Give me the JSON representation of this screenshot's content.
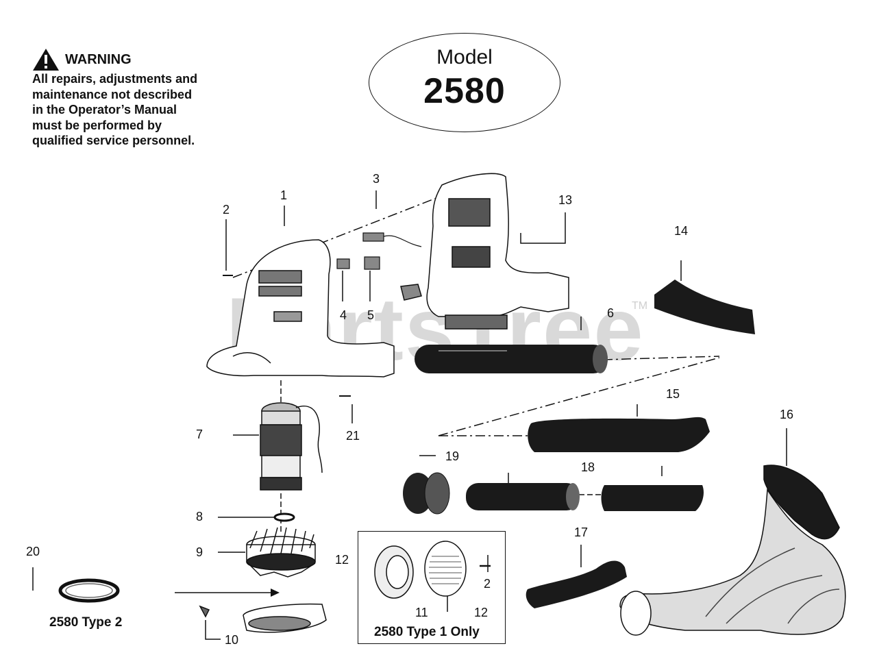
{
  "warning": {
    "heading": "WARNING",
    "icon": "warning-triangle-icon",
    "text": "All repairs, adjustments and maintenance not described in the Operator’s Manual must be performed by qualified service personnel."
  },
  "model": {
    "label": "Model",
    "number": "2580"
  },
  "watermark": {
    "text": "PartsTree",
    "trademark": "TM"
  },
  "callouts": {
    "c1": "1",
    "c2a": "2",
    "c2b": "2",
    "c3": "3",
    "c4": "4",
    "c5": "5",
    "c6": "6",
    "c7": "7",
    "c8": "8",
    "c9": "9",
    "c10": "10",
    "c11": "11",
    "c12a": "12",
    "c12b": "12",
    "c13": "13",
    "c14": "14",
    "c15": "15",
    "c16": "16",
    "c17": "17",
    "c18": "18",
    "c19": "19",
    "c20": "20",
    "c21": "21"
  },
  "captions": {
    "type2": "2580 Type 2",
    "type1": "2580 Type 1 Only"
  }
}
